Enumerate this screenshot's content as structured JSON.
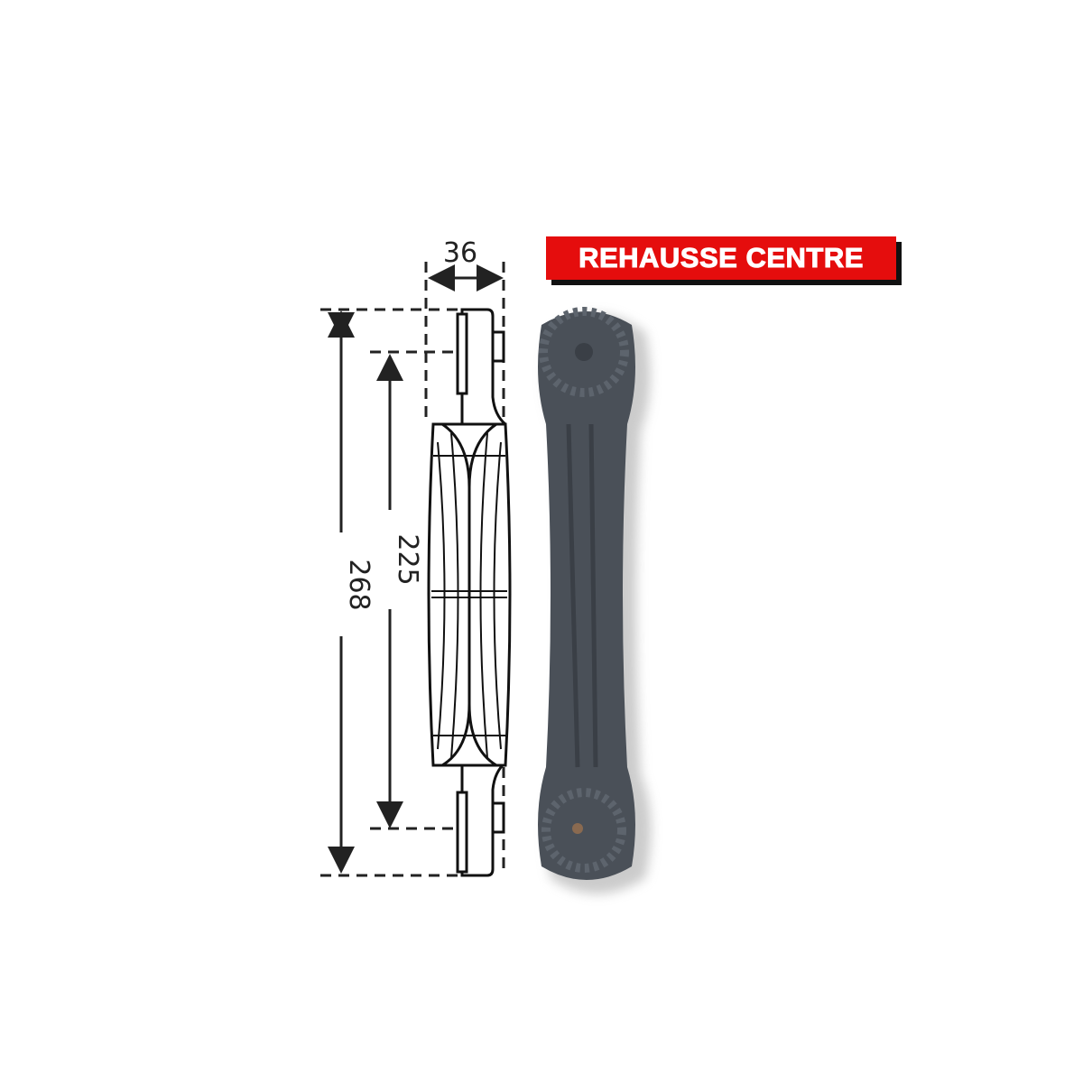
{
  "label": "REHAUSSE CENTRE",
  "dimensions": {
    "width": "36",
    "inner_length": "225",
    "overall_length": "268"
  },
  "colors": {
    "label_bg": "#e50d0d",
    "part": "#4a5058"
  }
}
